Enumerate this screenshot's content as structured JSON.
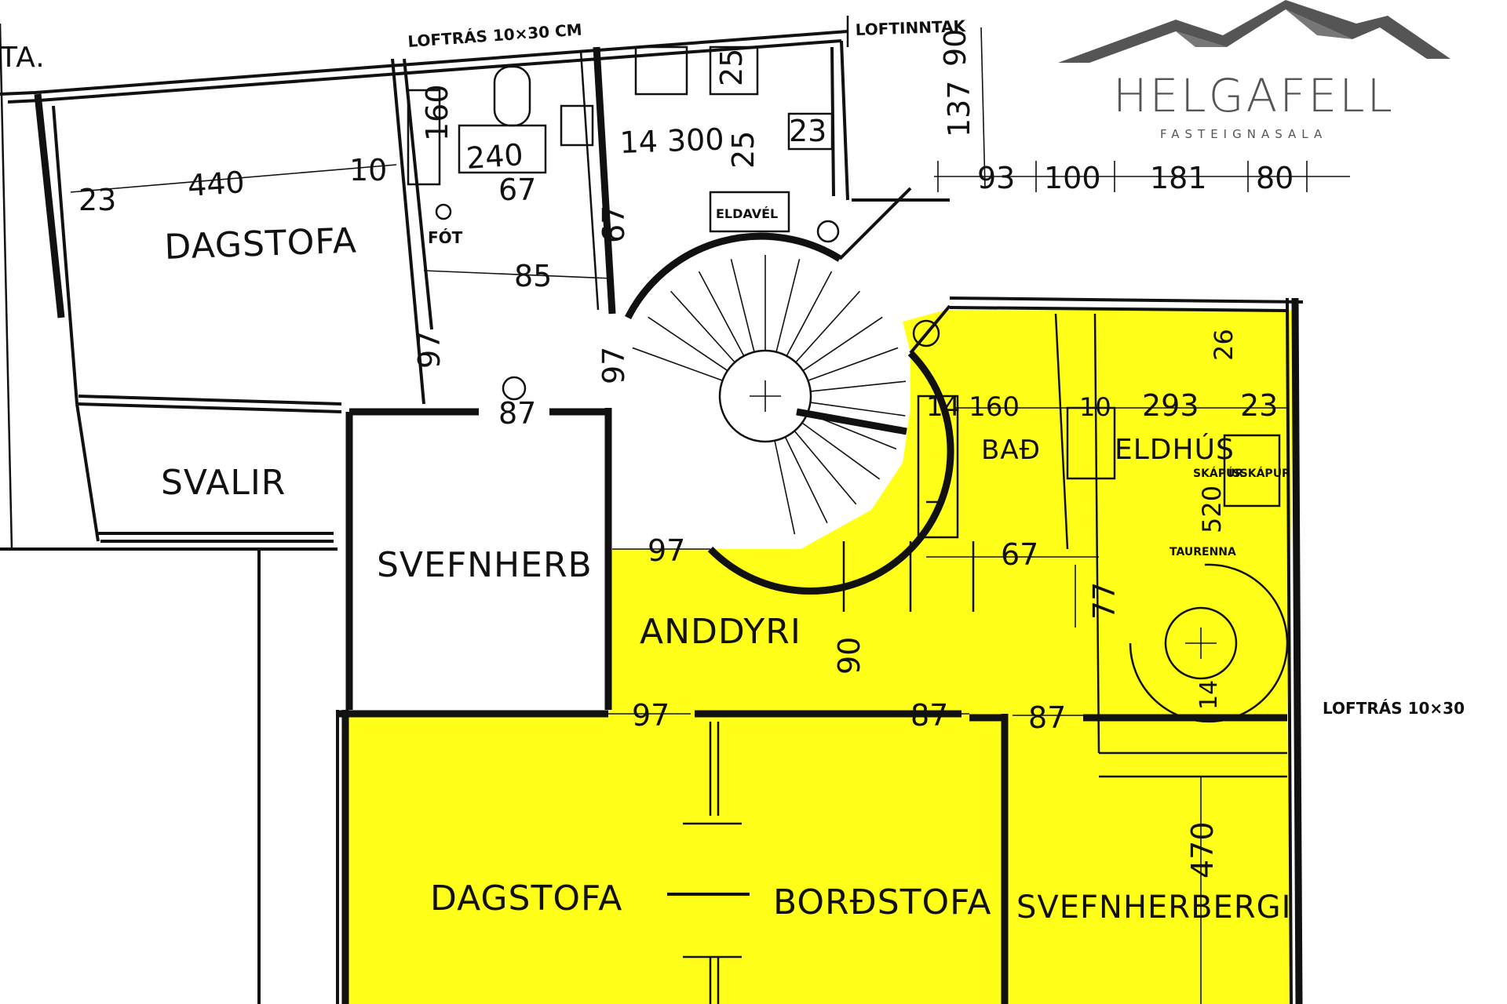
{
  "rooms": {
    "dagstofa_top": "DAGSTOFA",
    "svalir": "SVALIR",
    "svefnherb": "SVEFNHERB",
    "anddyri": "ANDDYRI",
    "bad": "BAÐ",
    "eldhus": "ELDHÚS",
    "dagstofa_bottom": "DAGSTOFA",
    "bordstofa": "BORÐSTOFA",
    "svefnherbergi": "SVEFNHERBERGI"
  },
  "dimensions": {
    "d23_left": "23",
    "d440": "440",
    "d10_top": "10",
    "d160_left": "160",
    "d240": "240",
    "d67_top": "67",
    "d85": "85",
    "d97_vert_left": "97",
    "d87_top": "87",
    "d97_vert_mid": "97",
    "d14_300": "14  300",
    "d25_top": "25",
    "d25_mid": "25",
    "d23_top": "23",
    "d67_vert": "67",
    "d137": "137",
    "d90_top": "90",
    "d93": "93",
    "d100": "100",
    "d181": "181",
    "d80": "80",
    "d97_mid": "97",
    "d14_160": "14 160",
    "d10_right": "10",
    "d293": "293",
    "d23_right": "23",
    "d26": "26",
    "d520": "520",
    "d67_right": "67",
    "d77": "77",
    "d90_mid": "90",
    "d14_vert": "14",
    "d97_bottom": "97",
    "d87_bottom1": "87",
    "d87_bottom2": "87",
    "d470": "470"
  },
  "notes": {
    "loftras_top": "LOFTRÁS 10×30 CM",
    "loftinntak": "LOFTINNTAK",
    "loftras_right": "LOFTRÁS 10×30",
    "fot": "FÓT",
    "eldavel": "ELDAVÉL",
    "skapur": "SKÁPUR",
    "isskapur": "ÍSSKÁPUR",
    "tauremma": "TAURENNA",
    "ta": "TA."
  },
  "logo": {
    "brand": "HELGAFELL",
    "tagline": "FASTEIGNASALA"
  },
  "colors": {
    "highlight": "#ffff1a",
    "ink": "#111111",
    "logo_gray": "#555555"
  }
}
